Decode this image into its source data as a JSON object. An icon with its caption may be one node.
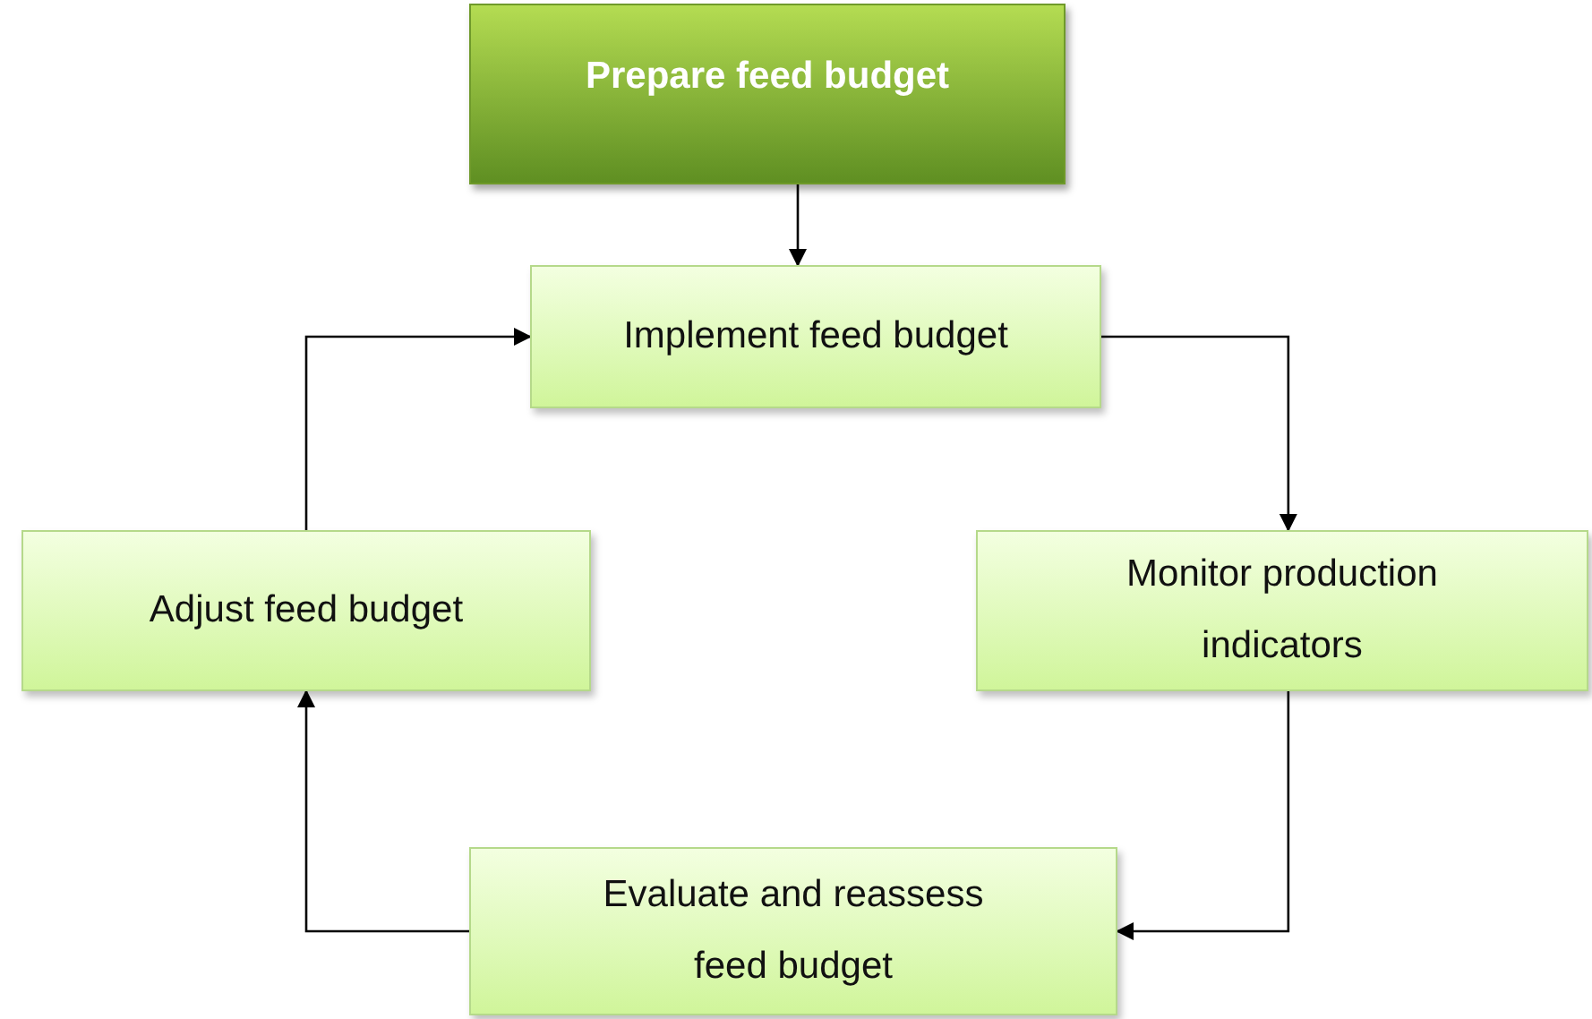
{
  "diagram": {
    "nodes": [
      {
        "text": [
          "Prepare feed budget"
        ]
      },
      {
        "text": [
          "Implement feed budget"
        ]
      },
      {
        "text": [
          "Monitor production indicators"
        ]
      },
      {
        "text": [
          "Evaluate and reassess feed budget"
        ]
      },
      {
        "text": [
          "Adjust feed budget"
        ]
      }
    ],
    "edges": [
      {
        "from": 0,
        "to": 1,
        "arrow": "to"
      },
      {
        "from": 1,
        "to": 2,
        "arrow": "to"
      },
      {
        "from": 2,
        "to": 3,
        "arrow": "to"
      },
      {
        "from": 3,
        "to": 4,
        "arrow": "to"
      },
      {
        "from": 4,
        "to": 1,
        "arrow": "to"
      }
    ]
  }
}
